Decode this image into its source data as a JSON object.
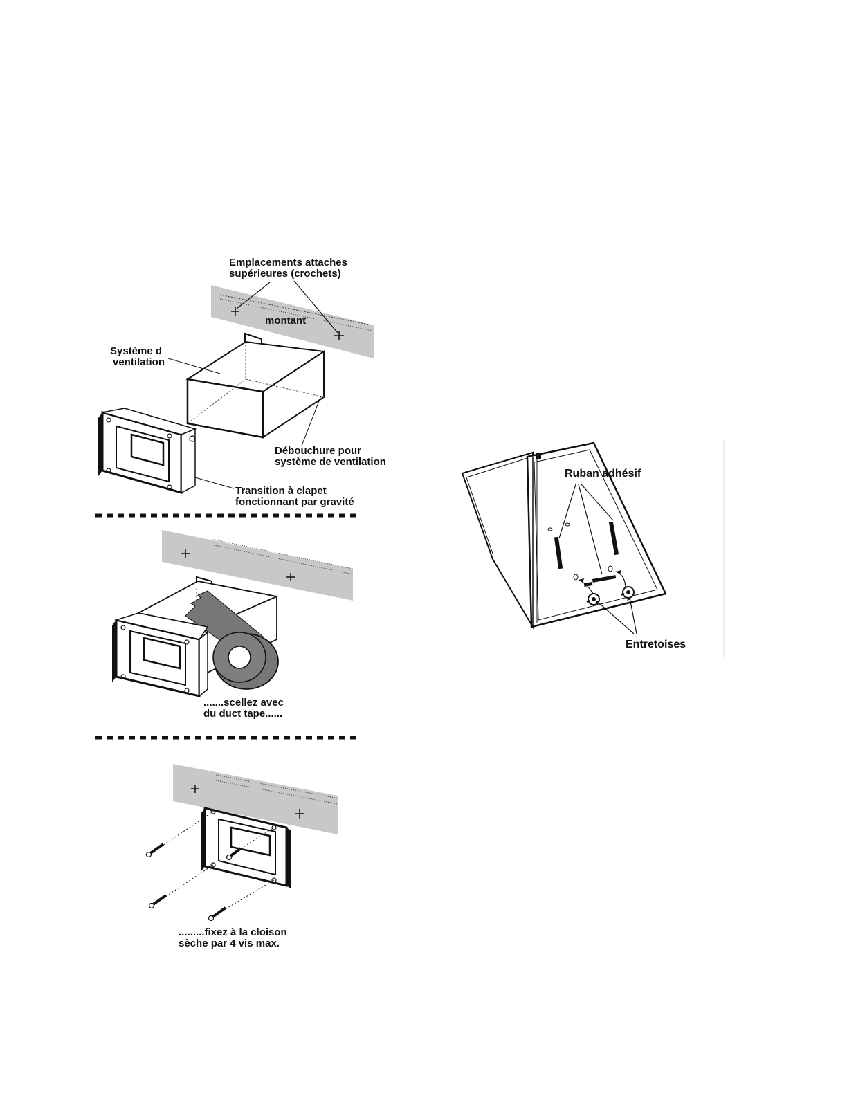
{
  "figure_left": {
    "panel_1": {
      "label_fasteners_line1": "Emplacements attaches",
      "label_fasteners_line2": "supérieures (crochets)",
      "label_stud": "montant",
      "label_vent_line1": "Système d",
      "label_vent_line2": "ventilation",
      "label_outlet_line1": "Débouchure pour",
      "label_outlet_line2": "système de ventilation",
      "label_damper_line1": "Transition à clapet",
      "label_damper_line2": "fonctionnant par gravité"
    },
    "panel_2": {
      "label_seal_line1": ".......scellez avec",
      "label_seal_line2": "du duct tape......"
    },
    "panel_3": {
      "label_fix_line1": ".........fixez à la cloison",
      "label_fix_line2": "sèche par 4 vis max."
    }
  },
  "figure_right": {
    "label_tape": "Ruban adhésif",
    "label_spacers": "Entretoises"
  },
  "colors": {
    "ink": "#111111",
    "stud_gray": "#c8c8c8",
    "tape_gray": "#777777",
    "footnote_rule": "#2a3fb8"
  }
}
